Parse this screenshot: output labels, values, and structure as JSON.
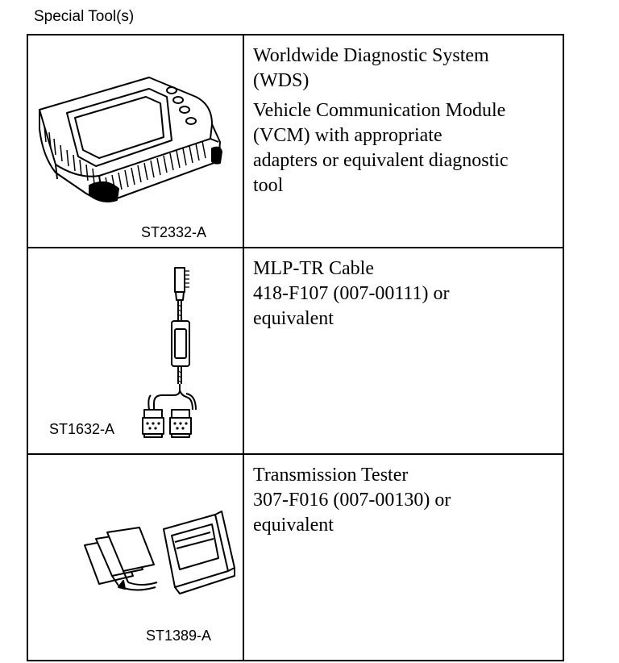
{
  "heading": "Special Tool(s)",
  "tools": [
    {
      "figure_label": "ST2332-A",
      "icon": "diagnostic-scan-tool-icon",
      "paragraphs": [
        [
          "Worldwide Diagnostic System",
          "(WDS)"
        ],
        [
          "Vehicle Communication Module",
          "(VCM) with appropriate",
          "adapters or equivalent diagnostic",
          "tool"
        ]
      ]
    },
    {
      "figure_label": "ST1632-A",
      "icon": "cable-harness-icon",
      "paragraphs": [
        [
          "MLP-TR Cable",
          "418-F107 (007-00111) or",
          "equivalent"
        ]
      ]
    },
    {
      "figure_label": "ST1389-A",
      "icon": "transmission-tester-icon",
      "paragraphs": [
        [
          "Transmission Tester",
          "307-F016 (007-00130) or",
          "equivalent"
        ]
      ]
    }
  ]
}
